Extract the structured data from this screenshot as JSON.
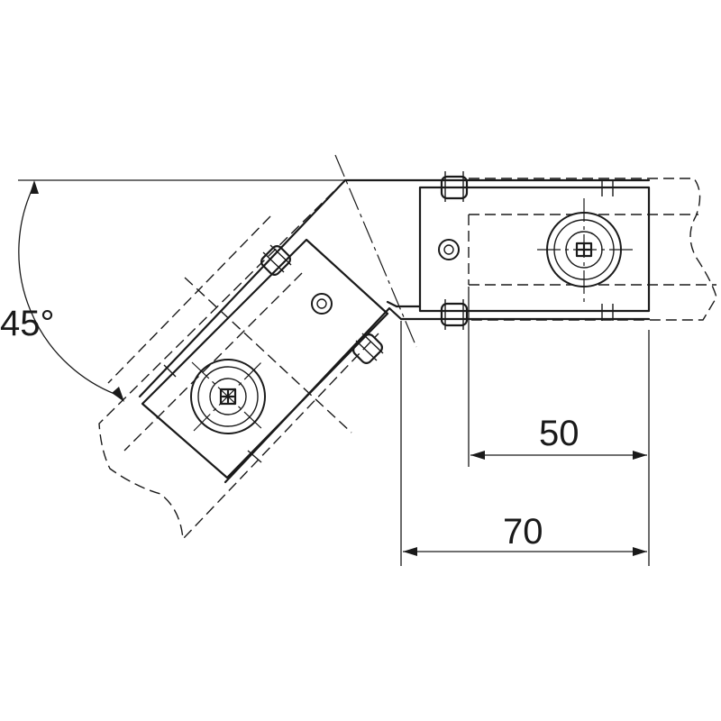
{
  "dimensions": {
    "angle_label": "45°",
    "inner_length_label": "50",
    "outer_length_label": "70"
  }
}
